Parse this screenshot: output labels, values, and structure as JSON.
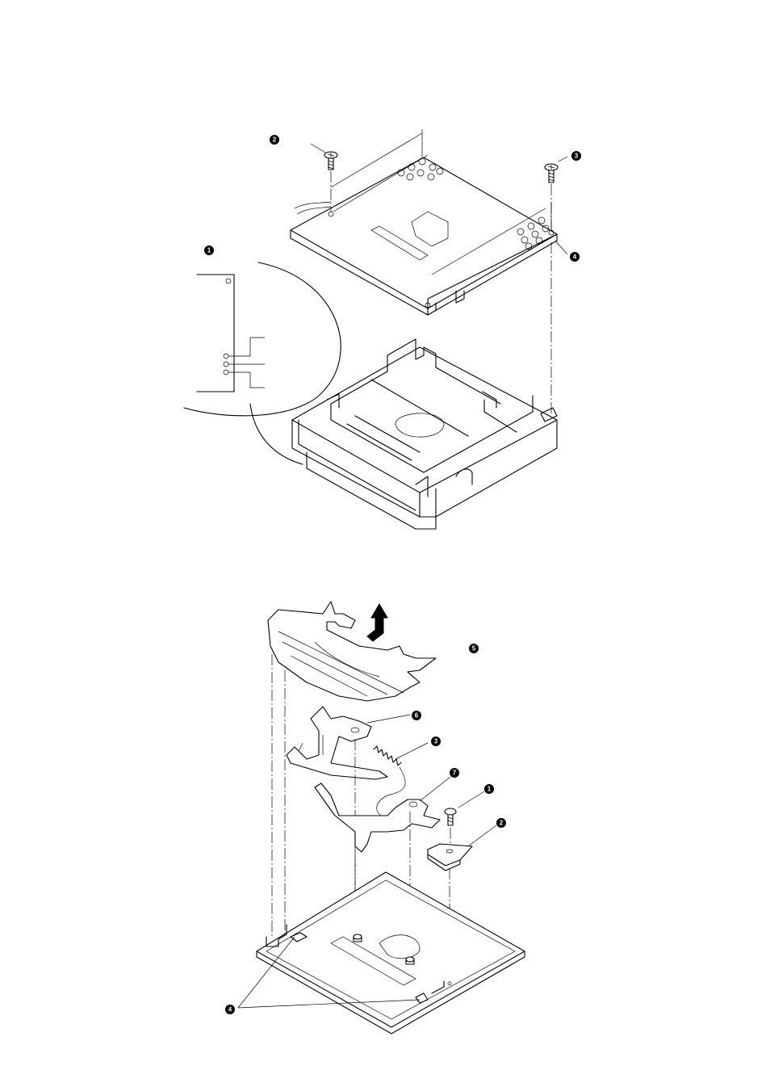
{
  "diagram_top": {
    "callouts": [
      {
        "id": "c1",
        "label": "1"
      },
      {
        "id": "c2",
        "label": "2"
      },
      {
        "id": "c3",
        "label": "3"
      },
      {
        "id": "c4",
        "label": "4"
      }
    ]
  },
  "diagram_bottom": {
    "callouts": [
      {
        "id": "c1",
        "label": "1"
      },
      {
        "id": "c2",
        "label": "2"
      },
      {
        "id": "c3",
        "label": "3"
      },
      {
        "id": "c4",
        "label": "4"
      },
      {
        "id": "c5",
        "label": "5"
      },
      {
        "id": "c6",
        "label": "6"
      },
      {
        "id": "c7",
        "label": "7"
      }
    ]
  }
}
